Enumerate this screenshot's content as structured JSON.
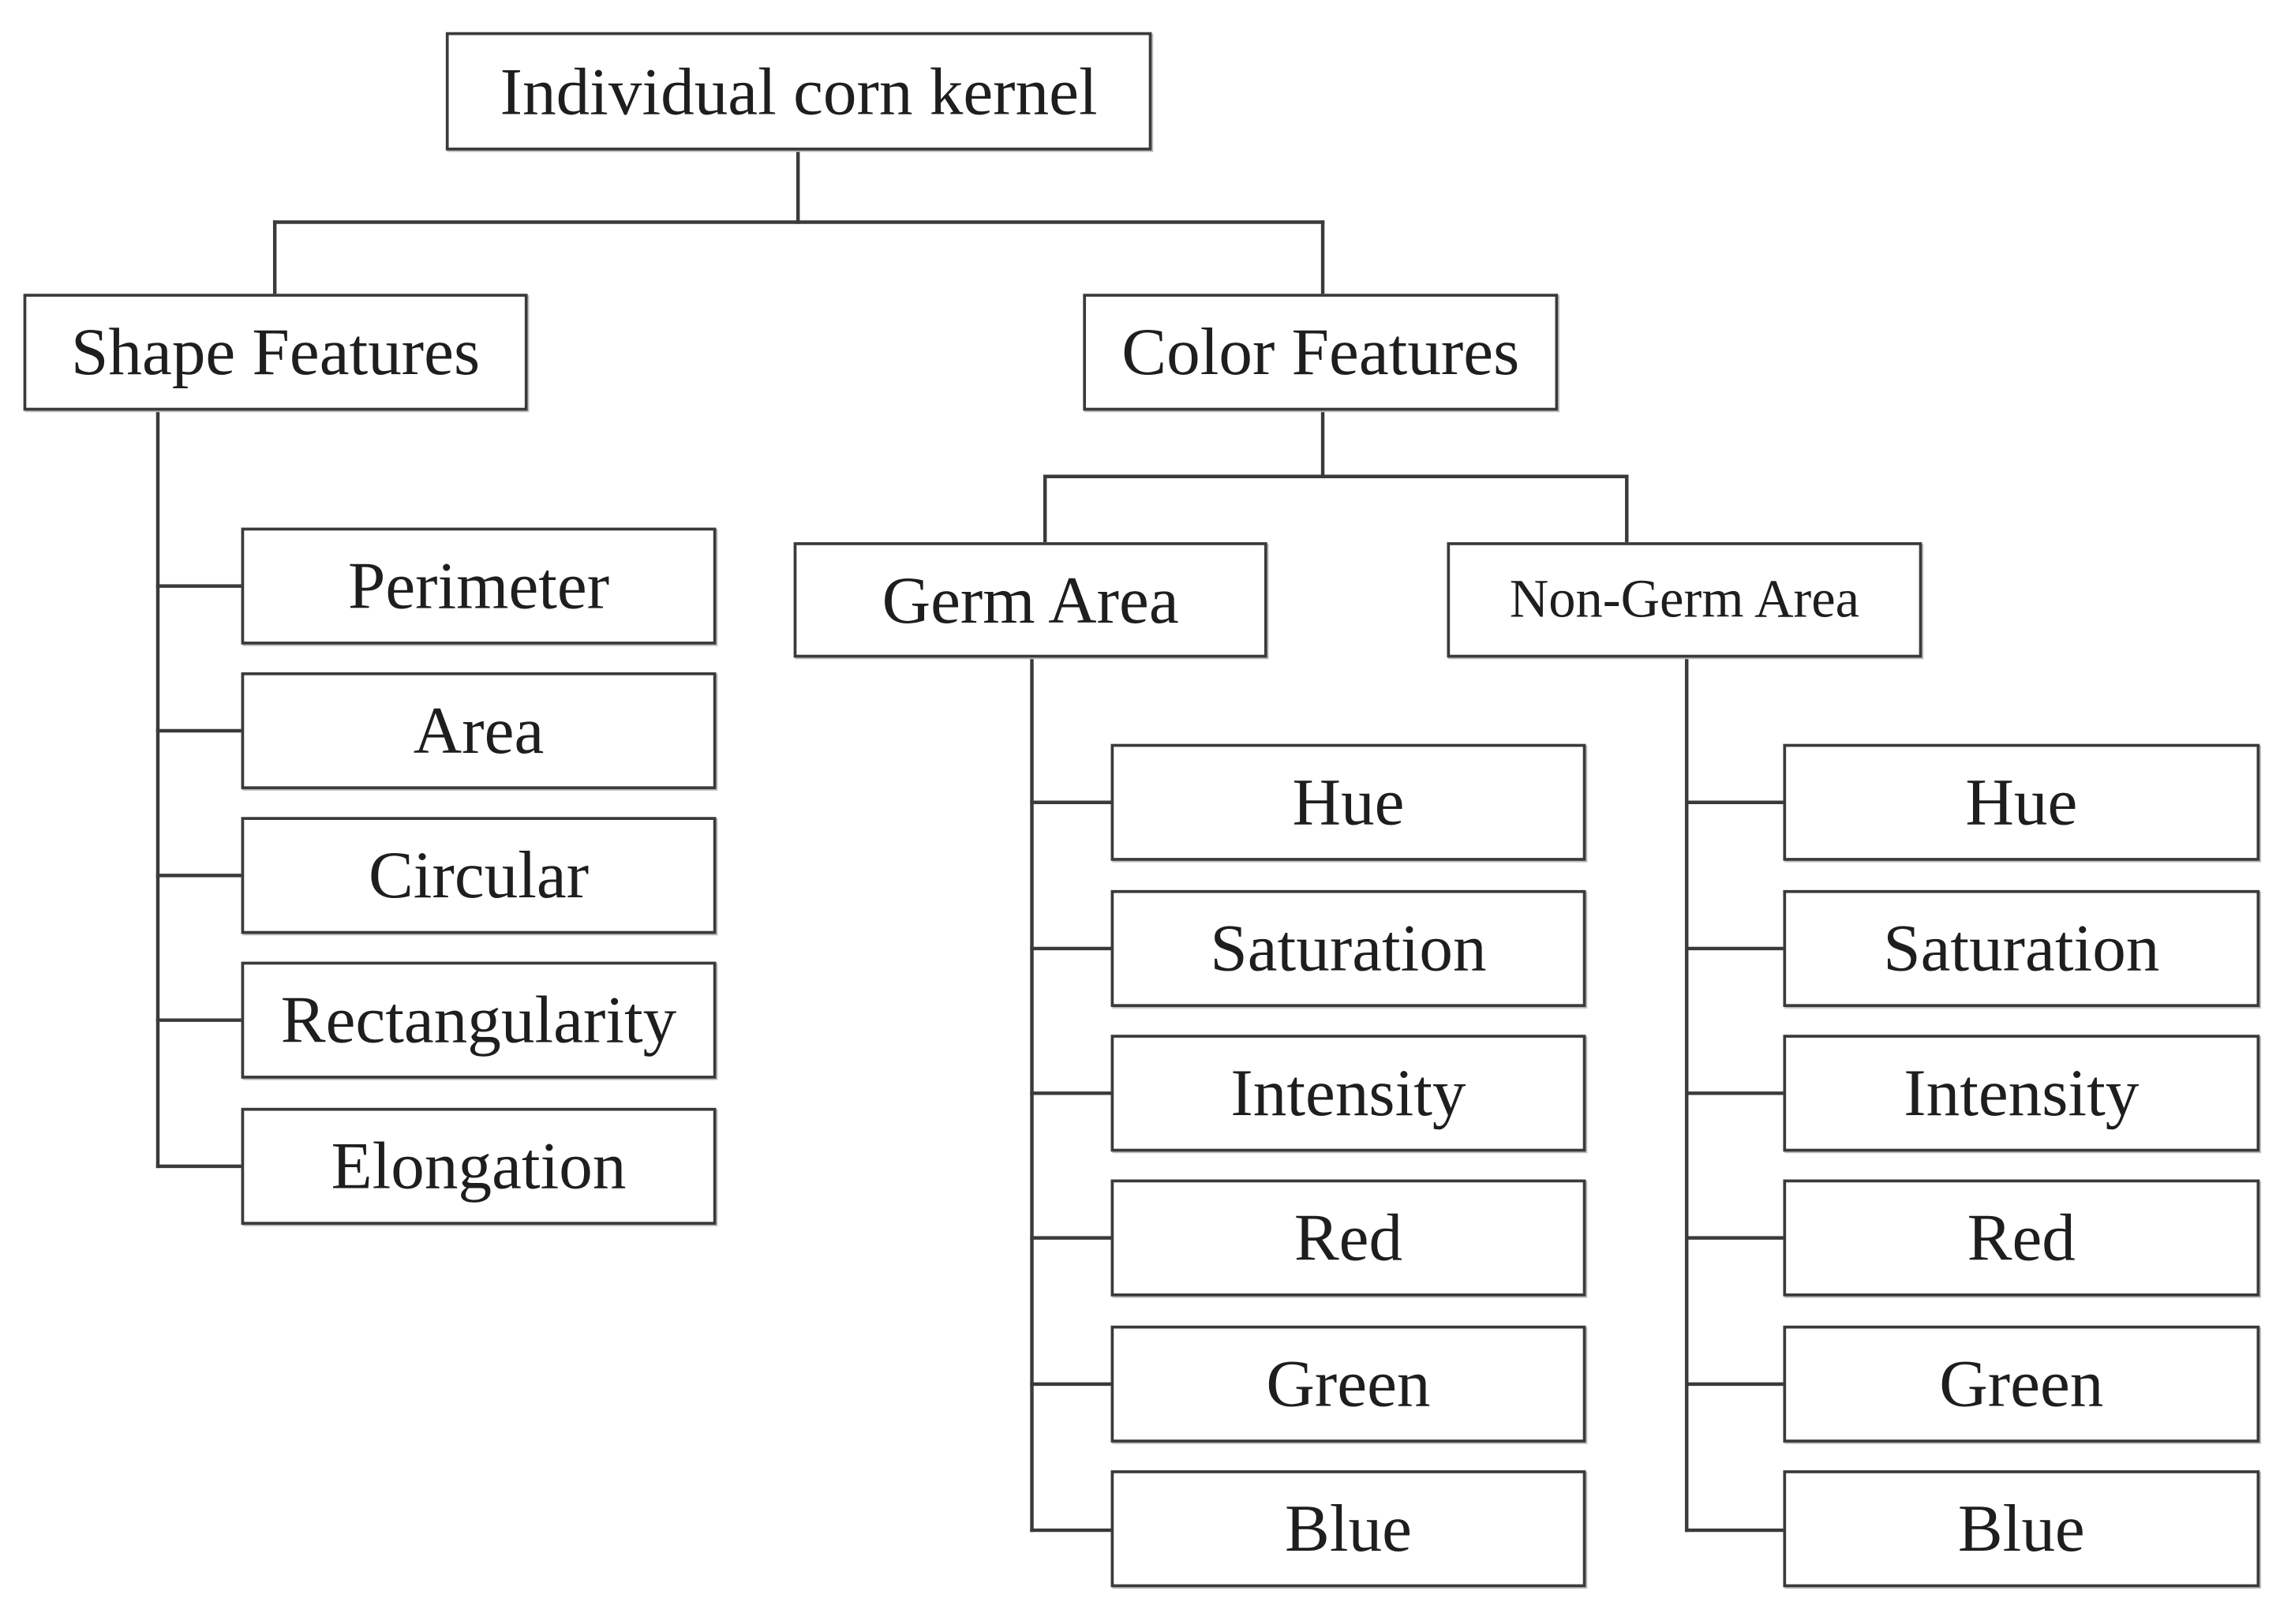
{
  "diagram": {
    "root": {
      "label": "Individual corn kernel"
    },
    "shape_features": {
      "label": "Shape Features",
      "items": [
        "Perimeter",
        "Area",
        "Circular",
        "Rectangularity",
        "Elongation"
      ]
    },
    "color_features": {
      "label": "Color Features",
      "germ_area": {
        "label": "Germ Area",
        "items": [
          "Hue",
          "Saturation",
          "Intensity",
          "Red",
          "Green",
          "Blue"
        ]
      },
      "non_germ_area": {
        "label": "Non-Germ Area",
        "items": [
          "Hue",
          "Saturation",
          "Intensity",
          "Red",
          "Green",
          "Blue"
        ]
      }
    }
  }
}
